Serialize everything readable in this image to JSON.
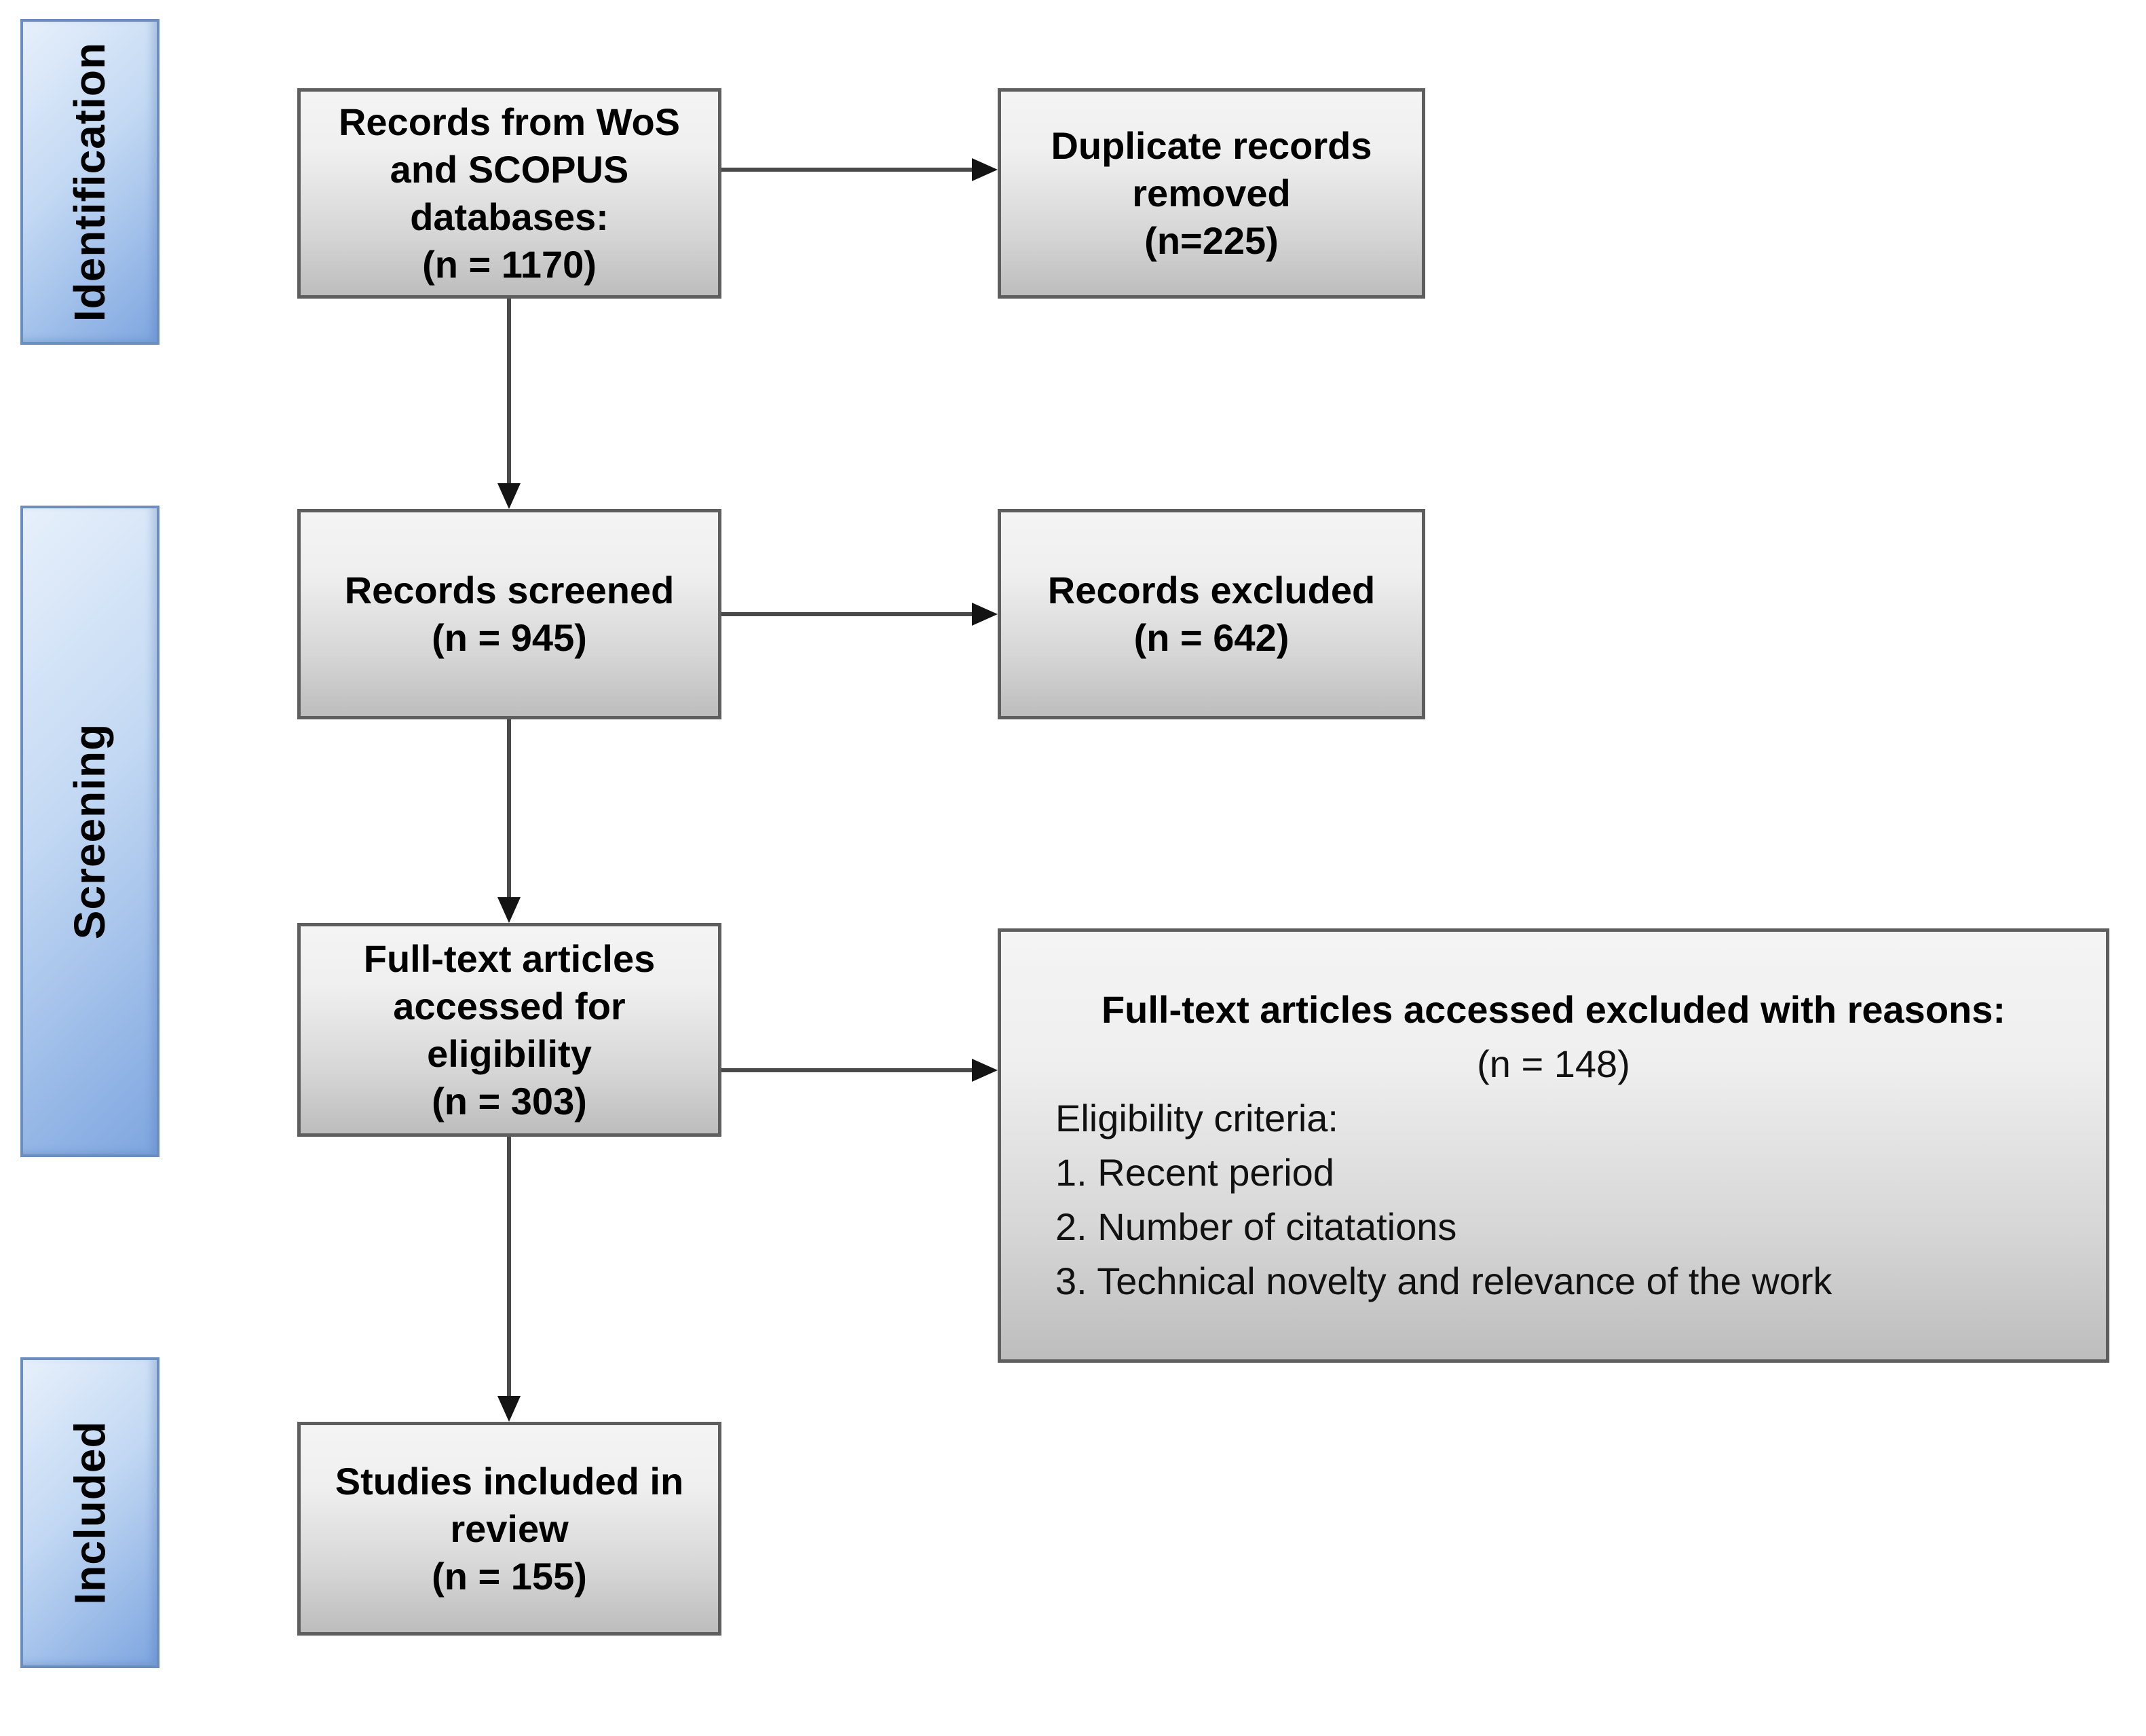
{
  "diagram": {
    "type": "prisma-flowchart",
    "stages": [
      "Identification",
      "Screening",
      "Included"
    ],
    "boxes": {
      "records_sources": {
        "text": "Records from WoS\nand SCOPUS\ndatabases:\n(n = 1170)",
        "n": 1170
      },
      "duplicates_removed": {
        "text": "Duplicate records\nremoved\n(n=225)",
        "n": 225
      },
      "records_screened": {
        "text": "Records screened\n(n = 945)",
        "n": 945
      },
      "records_excluded": {
        "text": "Records excluded\n(n = 642)",
        "n": 642
      },
      "fulltext_assessed": {
        "text": "Full-text articles\naccessed for\neligibility\n(n = 303)",
        "n": 303
      },
      "fulltext_excluded": {
        "title": "Full-text articles accessed excluded with reasons:",
        "count": "(n = 148)",
        "n": 148,
        "criteria_heading": "Eligibility criteria:",
        "criteria": [
          "1. Recent period",
          "2. Number of citatations",
          "3. Technical novelty and relevance of the work"
        ]
      },
      "studies_included": {
        "text": "Studies included in\nreview\n(n = 155)",
        "n": 155
      }
    },
    "colors": {
      "band_fill_light": "#e7f0fb",
      "band_fill_dark": "#7ea6e0",
      "band_border": "#6c8ebf",
      "box_fill_light": "#f4f4f4",
      "box_fill_dark": "#bdbdbd",
      "box_border": "#5e5e5e",
      "arrow": "#141414",
      "text": "#000000"
    }
  }
}
